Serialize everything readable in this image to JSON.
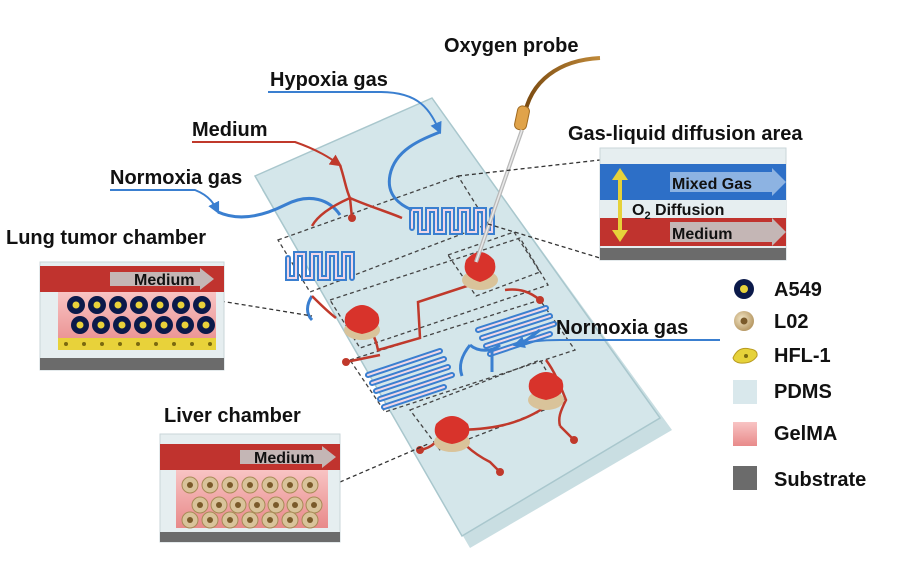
{
  "labels": {
    "oxygen_probe": "Oxygen probe",
    "hypoxia_gas": "Hypoxia gas",
    "medium": "Medium",
    "normoxia_gas_left": "Normoxia gas",
    "normoxia_gas_right": "Normoxia gas",
    "lung_tumor_chamber": "Lung tumor chamber",
    "liver_chamber": "Liver chamber",
    "gas_liquid_area": "Gas-liquid diffusion area"
  },
  "insets": {
    "gas_liquid": {
      "mixed_gas": "Mixed Gas",
      "o2_diffusion_prefix": "O",
      "o2_subscript": "2",
      "o2_diffusion_suffix": " Diffusion",
      "medium": "Medium"
    },
    "lung": {
      "medium": "Medium"
    },
    "liver": {
      "medium": "Medium"
    }
  },
  "legend": [
    {
      "label": "A549",
      "icon": "a549-cell-icon"
    },
    {
      "label": "L02",
      "icon": "l02-cell-icon"
    },
    {
      "label": "HFL-1",
      "icon": "hfl1-cell-icon"
    },
    {
      "label": "PDMS",
      "icon": "pdms-swatch"
    },
    {
      "label": "GelMA",
      "icon": "gelma-swatch"
    },
    {
      "label": "Substrate",
      "icon": "substrate-swatch"
    }
  ],
  "colors": {
    "medium_red": "#c0392b",
    "gas_blue": "#3a7fd0",
    "pdms": "#d9e8ec",
    "gelma": "#f2a6a6",
    "substrate": "#6b6b6b",
    "a549": "#0b1a4a",
    "l02": "#d9c39a",
    "hfl1": "#e8d23a"
  }
}
